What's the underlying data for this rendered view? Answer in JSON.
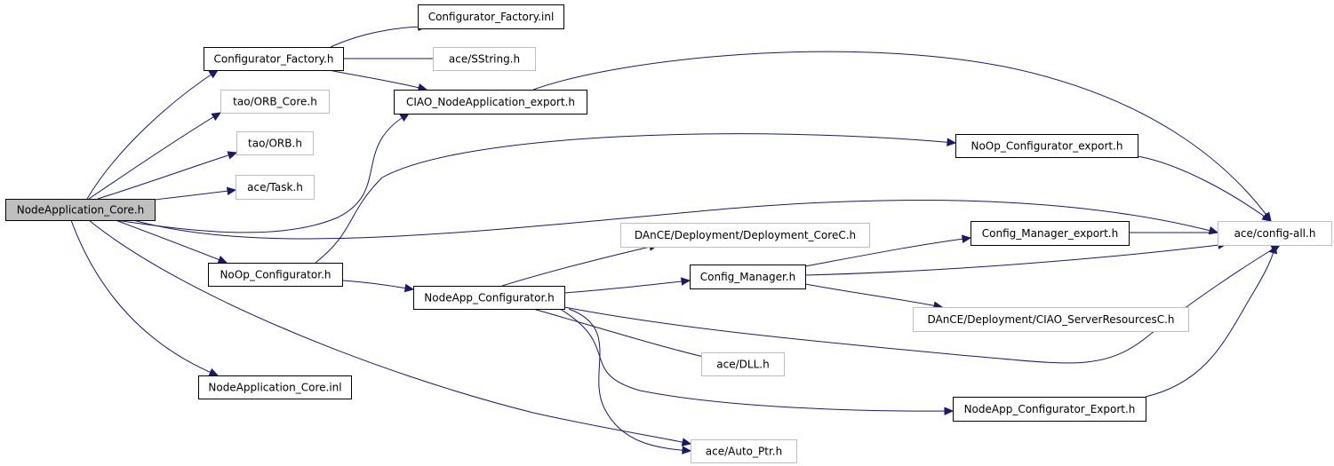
{
  "colors": {
    "edge": "#191970",
    "root_fill": "#bfbfbf",
    "node_fill": "#ffffff",
    "documented_border": "#000000",
    "external_border": "#bfbfbf"
  },
  "nodes": {
    "nodeapplication_core_h": {
      "label": "NodeApplication_Core.h",
      "kind": "root"
    },
    "configurator_factory_inl": {
      "label": "Configurator_Factory.inl",
      "kind": "documented"
    },
    "configurator_factory_h": {
      "label": "Configurator_Factory.h",
      "kind": "documented"
    },
    "ace_sstring_h": {
      "label": "ace/SString.h",
      "kind": "external"
    },
    "ciao_nodeapplication_export_h": {
      "label": "CIAO_NodeApplication_export.h",
      "kind": "documented"
    },
    "tao_orb_core_h": {
      "label": "tao/ORB_Core.h",
      "kind": "external"
    },
    "tao_orb_h": {
      "label": "tao/ORB.h",
      "kind": "external"
    },
    "ace_task_h": {
      "label": "ace/Task.h",
      "kind": "external"
    },
    "noop_configurator_export_h": {
      "label": "NoOp_Configurator_export.h",
      "kind": "documented"
    },
    "ace_config_all_h": {
      "label": "ace/config-all.h",
      "kind": "external"
    },
    "dance_deployment_corec_h": {
      "label": "DAnCE/Deployment/Deployment_CoreC.h",
      "kind": "external"
    },
    "config_manager_export_h": {
      "label": "Config_Manager_export.h",
      "kind": "documented"
    },
    "noop_configurator_h": {
      "label": "NoOp_Configurator.h",
      "kind": "documented"
    },
    "config_manager_h": {
      "label": "Config_Manager.h",
      "kind": "documented"
    },
    "nodeapp_configurator_h": {
      "label": "NodeApp_Configurator.h",
      "kind": "documented"
    },
    "dance_ciao_serverresourcesc_h": {
      "label": "DAnCE/Deployment/CIAO_ServerResourcesC.h",
      "kind": "external"
    },
    "ace_dll_h": {
      "label": "ace/DLL.h",
      "kind": "external"
    },
    "nodeapplication_core_inl": {
      "label": "NodeApplication_Core.inl",
      "kind": "documented"
    },
    "nodeapp_configurator_export_h": {
      "label": "NodeApp_Configurator_Export.h",
      "kind": "documented"
    },
    "ace_auto_ptr_h": {
      "label": "ace/Auto_Ptr.h",
      "kind": "external"
    }
  },
  "edges": [
    {
      "from": "nodeapplication_core_h",
      "to": "configurator_factory_h"
    },
    {
      "from": "nodeapplication_core_h",
      "to": "tao_orb_core_h"
    },
    {
      "from": "nodeapplication_core_h",
      "to": "tao_orb_h"
    },
    {
      "from": "nodeapplication_core_h",
      "to": "ace_task_h"
    },
    {
      "from": "nodeapplication_core_h",
      "to": "ciao_nodeapplication_export_h"
    },
    {
      "from": "nodeapplication_core_h",
      "to": "ace_config_all_h"
    },
    {
      "from": "nodeapplication_core_h",
      "to": "noop_configurator_h"
    },
    {
      "from": "nodeapplication_core_h",
      "to": "nodeapplication_core_inl"
    },
    {
      "from": "nodeapplication_core_h",
      "to": "ace_auto_ptr_h"
    },
    {
      "from": "configurator_factory_h",
      "to": "configurator_factory_inl"
    },
    {
      "from": "configurator_factory_h",
      "to": "ace_sstring_h"
    },
    {
      "from": "configurator_factory_h",
      "to": "ciao_nodeapplication_export_h"
    },
    {
      "from": "ciao_nodeapplication_export_h",
      "to": "ace_config_all_h"
    },
    {
      "from": "noop_configurator_h",
      "to": "noop_configurator_export_h"
    },
    {
      "from": "noop_configurator_h",
      "to": "nodeapp_configurator_h"
    },
    {
      "from": "noop_configurator_export_h",
      "to": "ace_config_all_h"
    },
    {
      "from": "nodeapp_configurator_h",
      "to": "dance_deployment_corec_h"
    },
    {
      "from": "nodeapp_configurator_h",
      "to": "config_manager_h"
    },
    {
      "from": "nodeapp_configurator_h",
      "to": "ace_config_all_h"
    },
    {
      "from": "nodeapp_configurator_h",
      "to": "ace_dll_h"
    },
    {
      "from": "nodeapp_configurator_h",
      "to": "nodeapp_configurator_export_h"
    },
    {
      "from": "nodeapp_configurator_h",
      "to": "ace_auto_ptr_h"
    },
    {
      "from": "config_manager_h",
      "to": "config_manager_export_h"
    },
    {
      "from": "config_manager_h",
      "to": "ace_config_all_h"
    },
    {
      "from": "config_manager_h",
      "to": "dance_ciao_serverresourcesc_h"
    },
    {
      "from": "config_manager_export_h",
      "to": "ace_config_all_h"
    },
    {
      "from": "nodeapp_configurator_export_h",
      "to": "ace_config_all_h"
    }
  ]
}
